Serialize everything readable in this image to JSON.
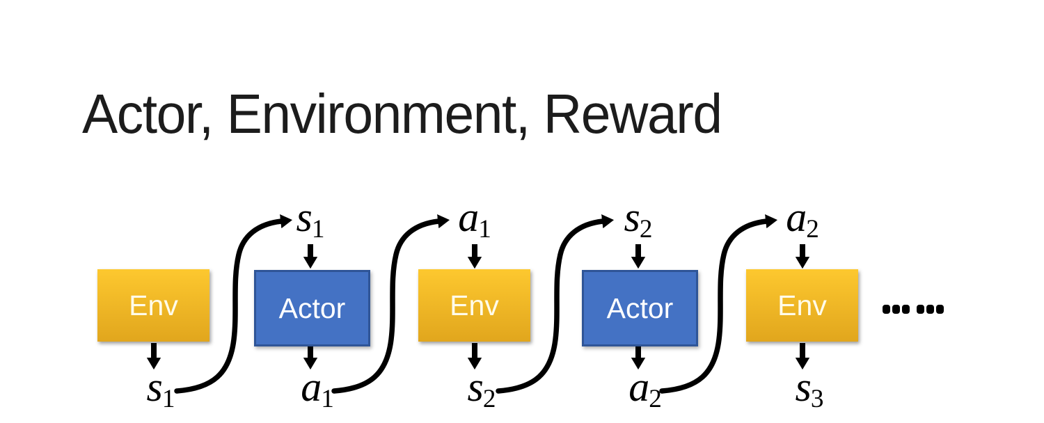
{
  "title": "Actor, Environment, Reward",
  "diagram": {
    "boxes": [
      {
        "label": "Env"
      },
      {
        "label": "Actor"
      },
      {
        "label": "Env"
      },
      {
        "label": "Actor"
      },
      {
        "label": "Env"
      }
    ],
    "top_labels": [
      {
        "base": "s",
        "sub": "1"
      },
      {
        "base": "a",
        "sub": "1"
      },
      {
        "base": "s",
        "sub": "2"
      },
      {
        "base": "a",
        "sub": "2"
      }
    ],
    "bottom_labels": [
      {
        "base": "s",
        "sub": "1"
      },
      {
        "base": "a",
        "sub": "1"
      },
      {
        "base": "s",
        "sub": "2"
      },
      {
        "base": "a",
        "sub": "2"
      },
      {
        "base": "s",
        "sub": "3"
      }
    ],
    "ellipsis": "……",
    "colors": {
      "env_gradient_top": "#fdc82f",
      "env_gradient_bottom": "#e1a61d",
      "env_text": "#fffbe9",
      "actor_fill": "#4472c4",
      "actor_border": "#2f5597",
      "actor_text": "#ffffff",
      "arrow": "#000000",
      "title_text": "#1c1c1c"
    }
  }
}
